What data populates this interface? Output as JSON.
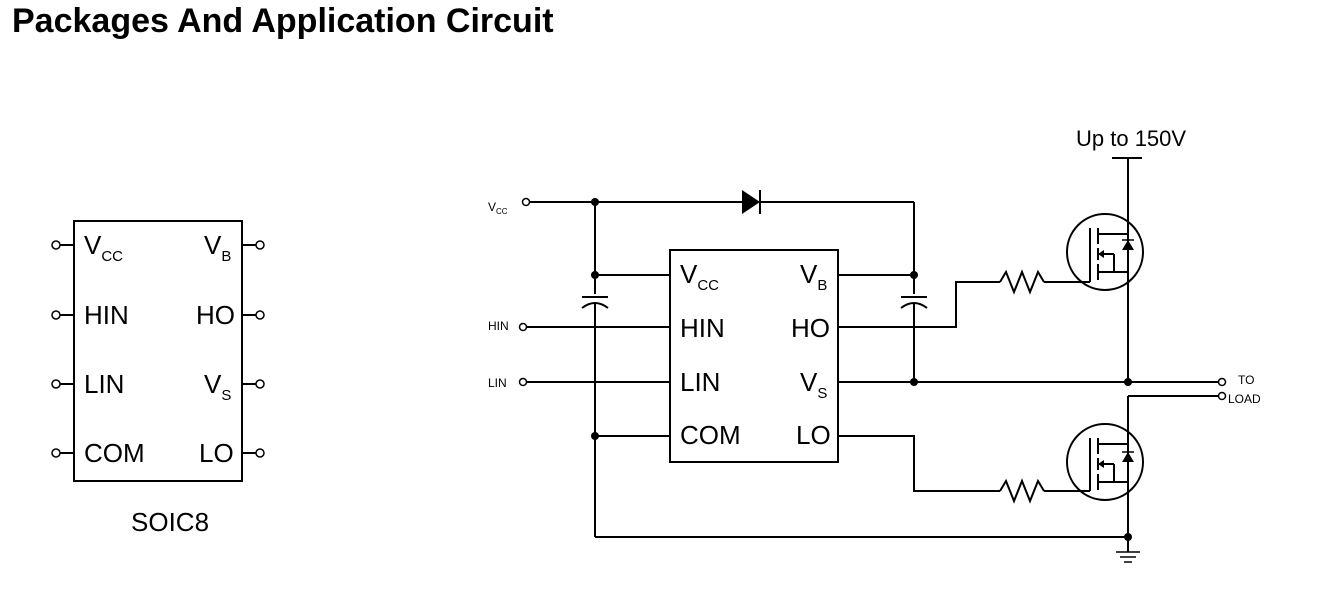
{
  "title": "Packages And Application Circuit",
  "package": {
    "name": "SOIC8",
    "left_pins": [
      {
        "main": "V",
        "sub": "CC"
      },
      {
        "main": "HIN",
        "sub": ""
      },
      {
        "main": "LIN",
        "sub": ""
      },
      {
        "main": "COM",
        "sub": ""
      }
    ],
    "right_pins": [
      {
        "main": "V",
        "sub": "B"
      },
      {
        "main": "HO",
        "sub": ""
      },
      {
        "main": "V",
        "sub": "S"
      },
      {
        "main": "LO",
        "sub": ""
      }
    ]
  },
  "circuit": {
    "supply_label": "Up to 150V",
    "inputs": {
      "vcc": {
        "main": "V",
        "sub": "CC"
      },
      "hin": "HIN",
      "lin": "LIN"
    },
    "ic_left_pins": [
      {
        "main": "V",
        "sub": "CC"
      },
      {
        "main": "HIN",
        "sub": ""
      },
      {
        "main": "LIN",
        "sub": ""
      },
      {
        "main": "COM",
        "sub": ""
      }
    ],
    "ic_right_pins": [
      {
        "main": "V",
        "sub": "B"
      },
      {
        "main": "HO",
        "sub": ""
      },
      {
        "main": "V",
        "sub": "S"
      },
      {
        "main": "LO",
        "sub": ""
      }
    ],
    "output_label_1": "TO",
    "output_label_2": "LOAD"
  }
}
